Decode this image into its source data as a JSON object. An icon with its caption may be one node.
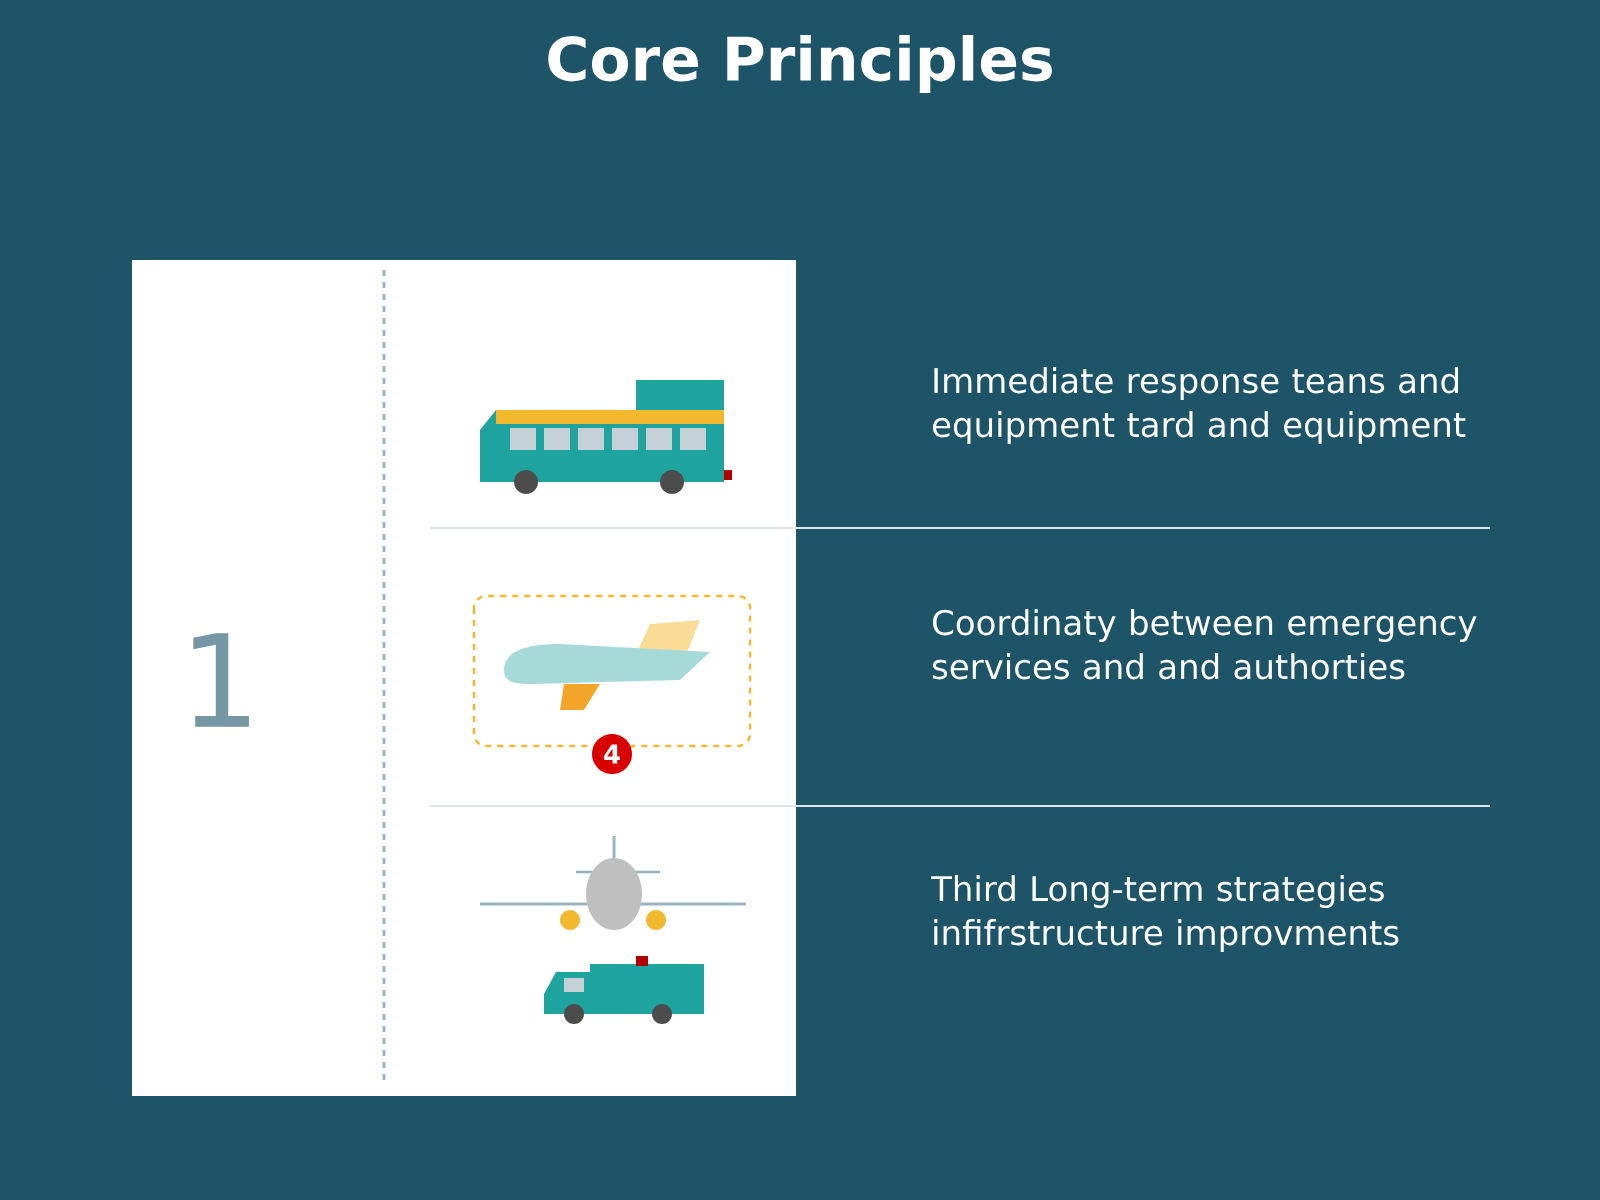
{
  "diagram": {
    "title": "Core Principles",
    "labels": [
      "1",
      "Immediate response teans and equipment tard and equipment",
      "4",
      "Coordinaty between emergency services and and authorties",
      "Third Long-term strategies infifrstructure improvments"
    ]
  }
}
